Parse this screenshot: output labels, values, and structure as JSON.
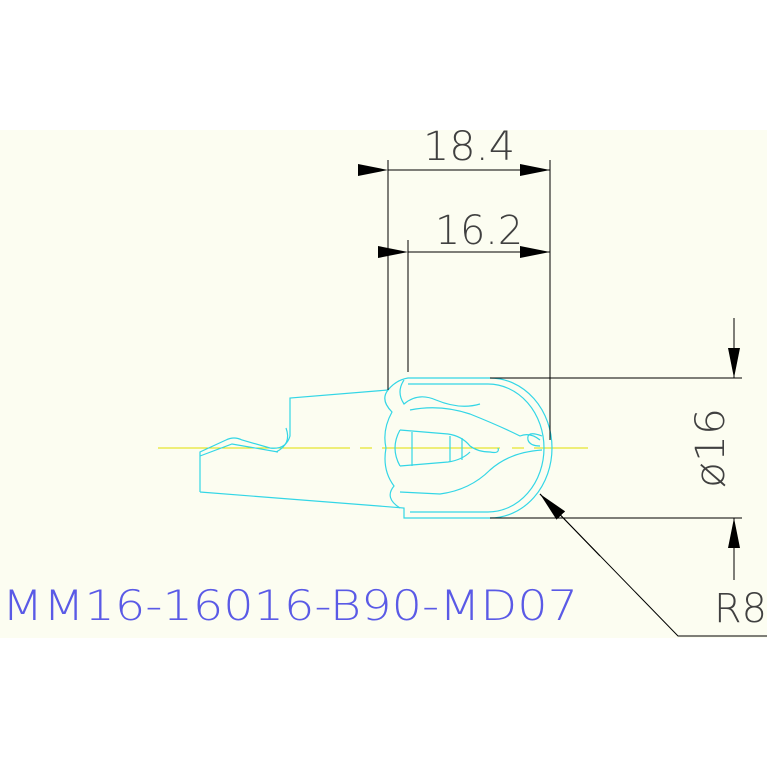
{
  "drawing": {
    "part_number": "MM16-16016-B90-MD07",
    "dimensions": {
      "overall_width": "18.4",
      "inner_width": "16.2",
      "diameter": "ø16",
      "radius": "R8"
    }
  },
  "colors": {
    "background": "#ffffff",
    "sheet": "#fcfdf1",
    "dimension_lines": "#000000",
    "dimension_text": "#404040",
    "outline": "#33d6e6",
    "centerline": "#e0e000",
    "part_number_text": "#5a5ae6"
  }
}
